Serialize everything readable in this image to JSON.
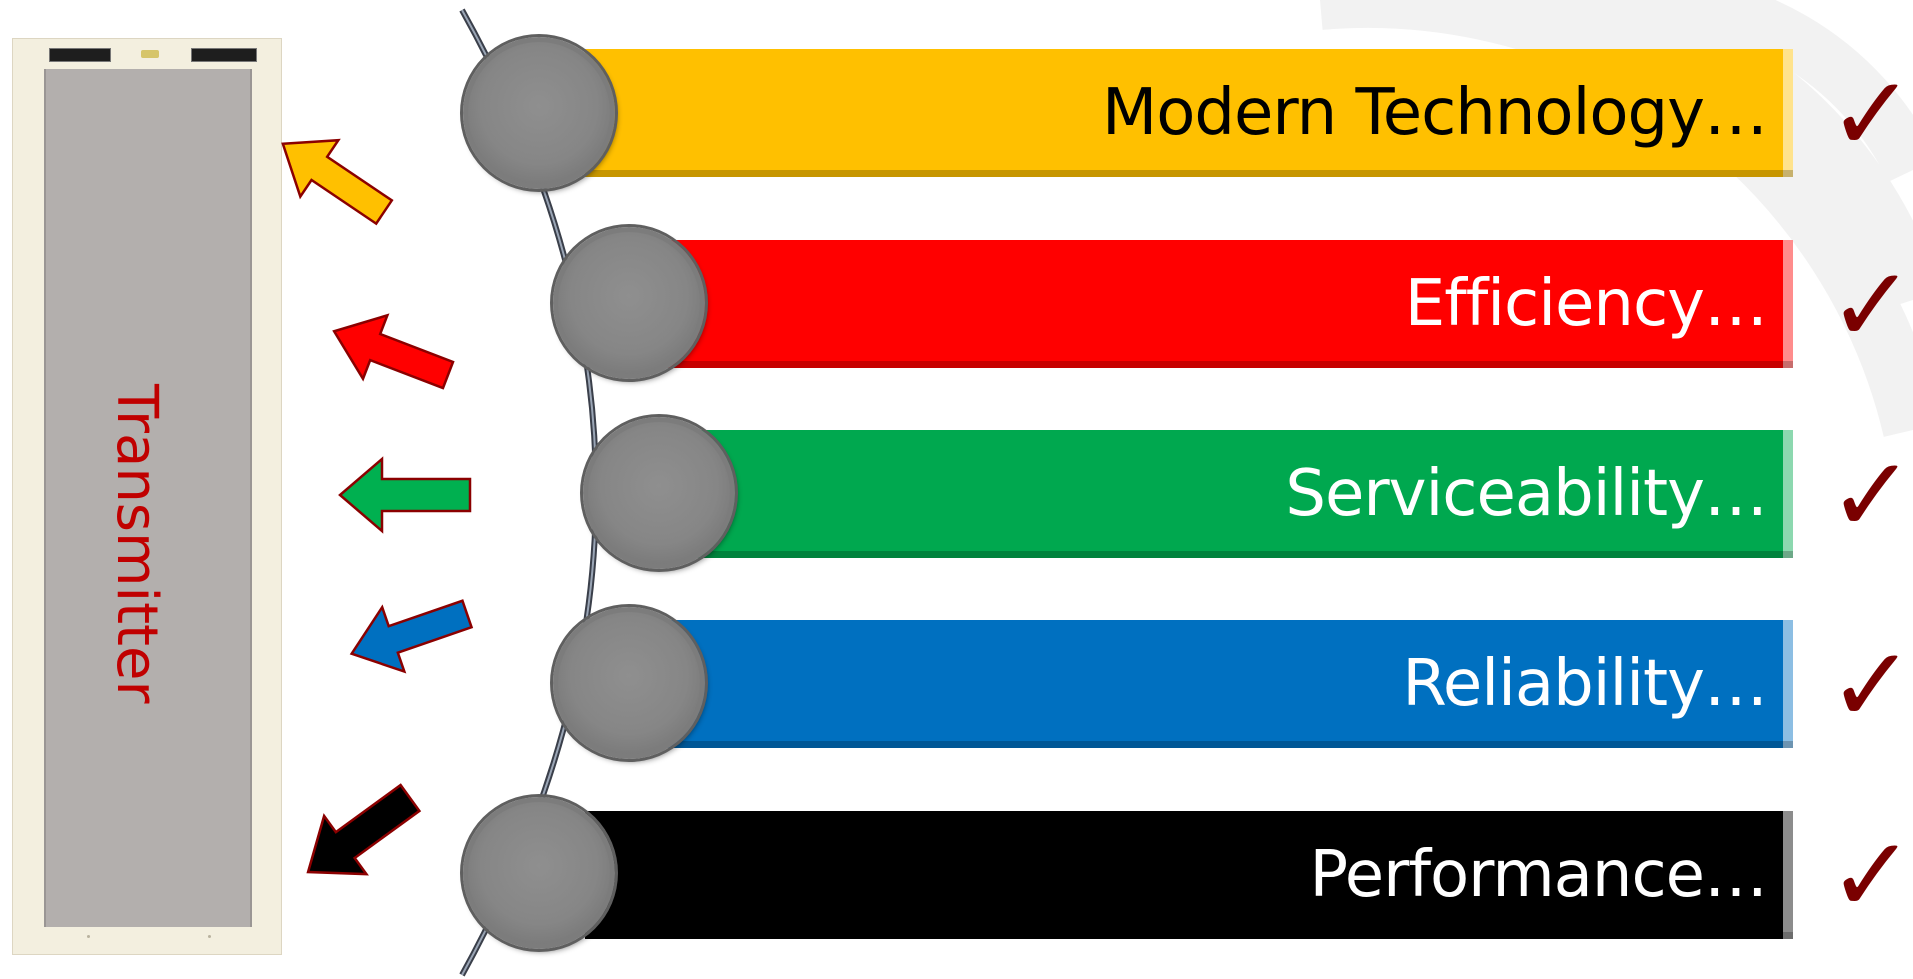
{
  "transmitter": {
    "label": "Transmitter"
  },
  "colors": {
    "yellow": "#ffc000",
    "red": "#ff0000",
    "green": "#00a84f",
    "blue": "#0070c0",
    "black": "#000000",
    "check": "#7a0000",
    "node_gray": "#868686"
  },
  "items": [
    {
      "label": "Modern Technology…",
      "bar_color": "#ffc000",
      "text_color": "#000000",
      "arrow_color": "#ffc000",
      "check_icon": "checkmark-icon",
      "checked": true
    },
    {
      "label": "Efficiency…",
      "bar_color": "#ff0000",
      "text_color": "#ffffff",
      "arrow_color": "#ff0000",
      "check_icon": "checkmark-icon",
      "checked": true
    },
    {
      "label": "Serviceability…",
      "bar_color": "#00a84f",
      "text_color": "#ffffff",
      "arrow_color": "#00b050",
      "check_icon": "checkmark-icon",
      "checked": true
    },
    {
      "label": "Reliability…",
      "bar_color": "#0070c0",
      "text_color": "#ffffff",
      "arrow_color": "#0070c0",
      "check_icon": "checkmark-icon",
      "checked": true
    },
    {
      "label": "Performance…",
      "bar_color": "#000000",
      "text_color": "#ffffff",
      "arrow_color": "#000000",
      "check_icon": "checkmark-icon",
      "checked": true
    }
  ]
}
